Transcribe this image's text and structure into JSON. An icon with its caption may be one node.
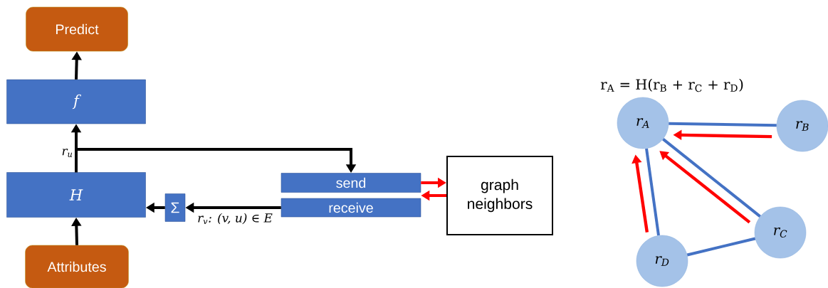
{
  "diagram": {
    "nodes": [
      {
        "text": [
          "Predict"
        ]
      },
      {
        "text": [
          "f"
        ]
      },
      {
        "text": [
          "H"
        ]
      },
      {
        "text": [
          "Attributes"
        ]
      },
      {
        "text": [
          "Σ"
        ]
      },
      {
        "text": [
          "send"
        ]
      },
      {
        "text": [
          "receive"
        ]
      },
      {
        "text": [
          "graph neighbors"
        ]
      },
      {
        "text": [
          "r$_{A}$"
        ]
      },
      {
        "text": [
          "r$_{B}$"
        ]
      },
      {
        "text": [
          "r$_{C}$"
        ]
      },
      {
        "text": [
          "r$_{D}$"
        ]
      }
    ],
    "edges": [
      {
        "from": 2,
        "to": 1,
        "arrow": "to",
        "label": "r$_{u}$"
      },
      {
        "from": 1,
        "to": 0,
        "arrow": "to"
      },
      {
        "from": 3,
        "to": 2,
        "arrow": "to"
      },
      {
        "from": 2,
        "to": 5,
        "arrow": "to"
      },
      {
        "from": 6,
        "to": 4,
        "arrow": "to",
        "label": "r$_{v}$: (v, u) ∈ E"
      },
      {
        "from": 4,
        "to": 2,
        "arrow": "to"
      },
      {
        "from": 5,
        "to": 7,
        "arrow": "to",
        "color": "#ff0000"
      },
      {
        "from": 7,
        "to": 6,
        "arrow": "to",
        "color": "#ff0000"
      },
      {
        "from": 8,
        "to": 9,
        "arrow": "none",
        "color": "#4472c4"
      },
      {
        "from": 8,
        "to": 10,
        "arrow": "none",
        "color": "#4472c4"
      },
      {
        "from": 8,
        "to": 11,
        "arrow": "none",
        "color": "#4472c4"
      },
      {
        "from": 10,
        "to": 11,
        "arrow": "none",
        "color": "#4472c4"
      },
      {
        "from": 9,
        "to": 8,
        "arrow": "to",
        "color": "#ff0000"
      },
      {
        "from": 10,
        "to": 8,
        "arrow": "to",
        "color": "#ff0000"
      },
      {
        "from": 11,
        "to": 8,
        "arrow": "to",
        "color": "#ff0000"
      }
    ],
    "labels": [
      "r$_{A}$ = H(r$_{B}$ + r$_{C}$ + r$_{D}$)"
    ]
  }
}
